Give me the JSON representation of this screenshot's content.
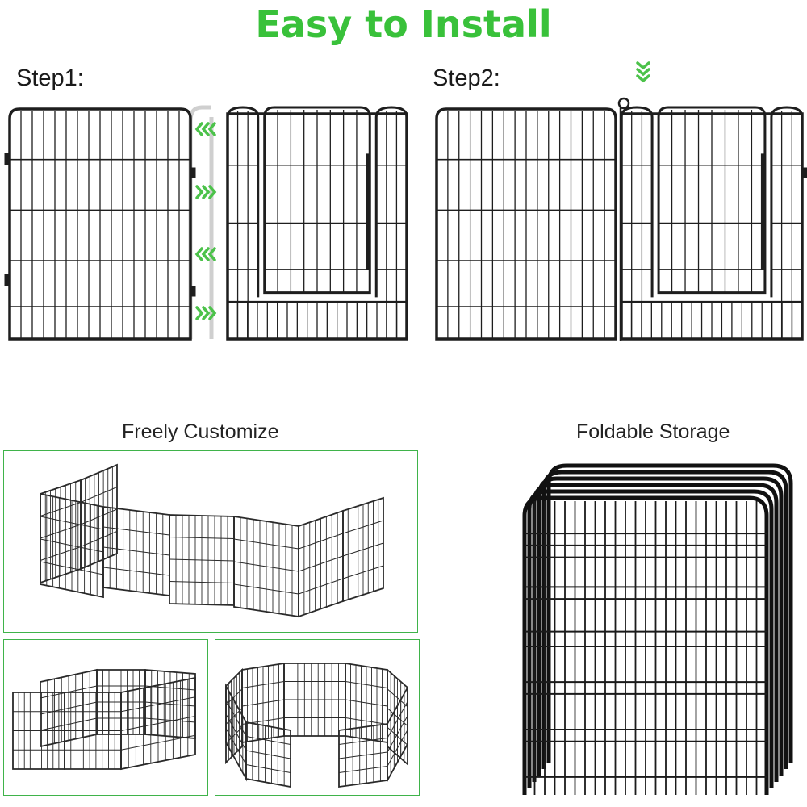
{
  "title": "Easy to Install",
  "steps": [
    {
      "label": "Step1:"
    },
    {
      "label": "Step2:"
    }
  ],
  "sections": {
    "customize": {
      "label": "Freely Customize"
    },
    "storage": {
      "label": "Foldable Storage"
    }
  },
  "colors": {
    "accent_green": "#39c13a",
    "arrow_green": "#4cc24a",
    "frame_border": "#3fb34a",
    "metal": "#1e1e1e"
  },
  "icons": [
    "chevron-left-arrows-icon",
    "chevron-right-arrows-icon",
    "chevron-down-arrows-icon"
  ]
}
